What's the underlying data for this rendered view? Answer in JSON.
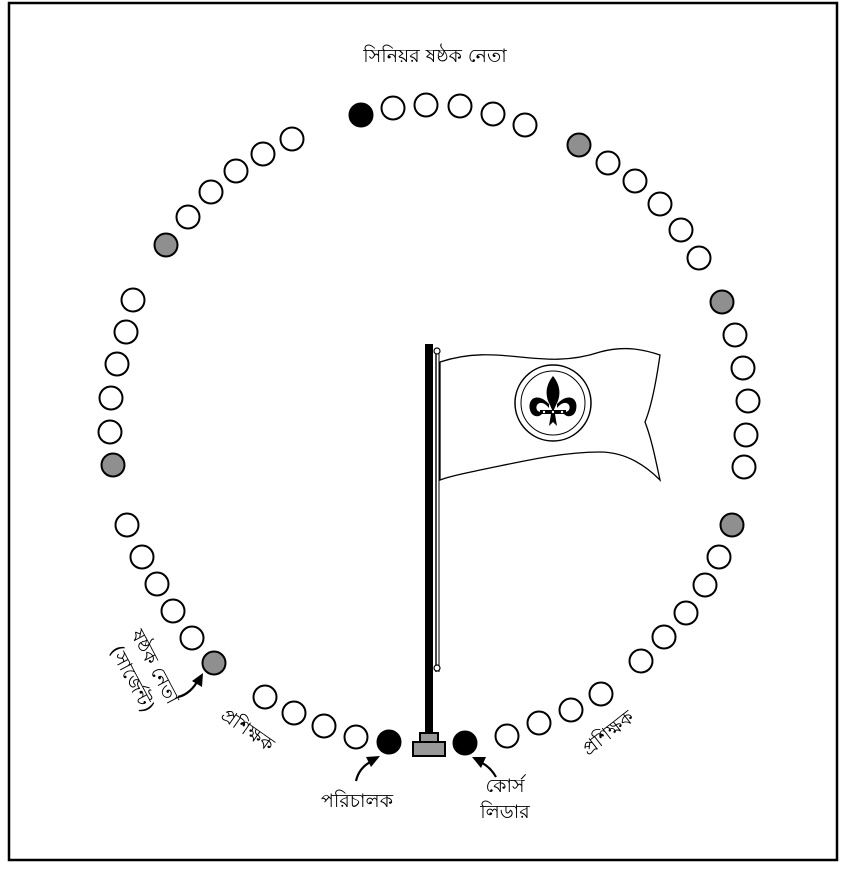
{
  "labels": {
    "senior_leader": "সিনিয়র ষষ্ঠক নেতা",
    "sixer_leader_line1": "ষষ্ঠক নেতা",
    "sixer_leader_line2": "(সার্জেন্ট)",
    "trainer_left": "প্রশিক্ষক",
    "trainer_right": "প্রশিক্ষক",
    "director": "পরিচালক",
    "course_leader_line1": "কোর্স",
    "course_leader_line2": "লিডার"
  },
  "colors": {
    "frame": "#000000",
    "circle_fill": "#ffffff",
    "sixer_fill": "#8f8f8f",
    "leader_fill": "#000000"
  },
  "icons": {
    "flag_emblem": "scout-fleur-de-lis-icon",
    "pointer": "curved-arrow-icon"
  }
}
